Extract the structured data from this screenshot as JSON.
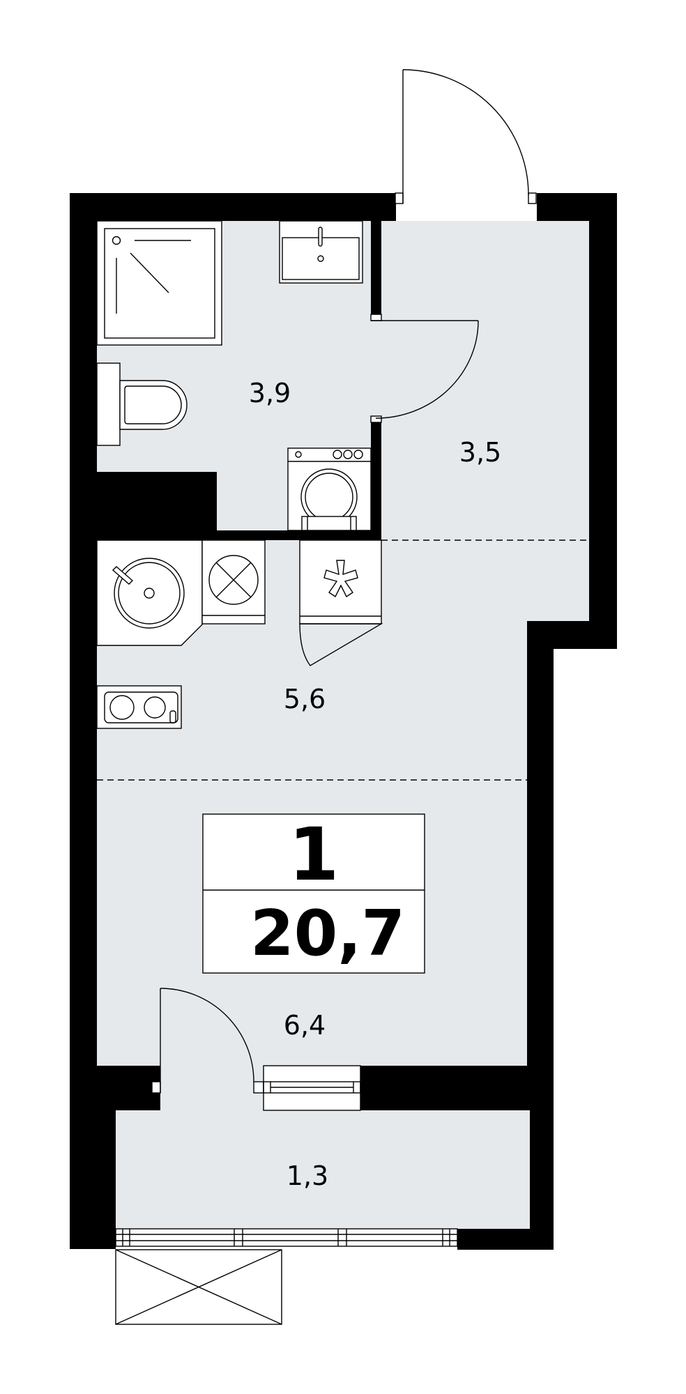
{
  "plan": {
    "colors": {
      "floor": "#e6e9ec",
      "wall": "#000000",
      "paper": "#ffffff"
    },
    "rooms": [
      {
        "id": "bathroom",
        "area": "3,9"
      },
      {
        "id": "hallway",
        "area": "3,5"
      },
      {
        "id": "kitchen",
        "area": "5,6"
      },
      {
        "id": "living",
        "area": "6,4"
      },
      {
        "id": "balcony",
        "area": "1,3"
      }
    ],
    "summary": {
      "rooms_count": "1",
      "total_area": "20,7"
    },
    "fixtures": [
      {
        "name": "shower-cabin-icon"
      },
      {
        "name": "washbasin-icon"
      },
      {
        "name": "toilet-icon"
      },
      {
        "name": "washing-machine-icon"
      },
      {
        "name": "kitchen-sink-icon"
      },
      {
        "name": "stove-icon"
      },
      {
        "name": "fridge-icon"
      },
      {
        "name": "cooktop-icon"
      }
    ]
  }
}
